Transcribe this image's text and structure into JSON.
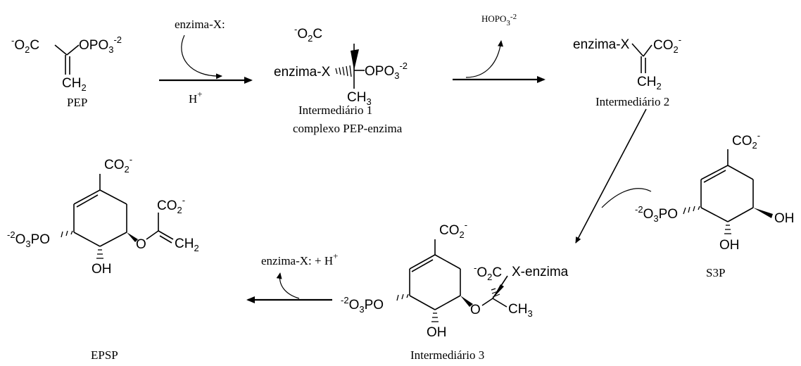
{
  "labels": {
    "pep": "PEP",
    "enzyme_x": "enzima-X:",
    "h_plus": "H",
    "plus_sup": "+",
    "enzima_x_bond": "enzima-X",
    "int1_title": "Intermediário 1",
    "int1_subtitle": "complexo PEP-enzima",
    "hopo3": "HOPO",
    "int2": "Intermediário 2",
    "s3p": "S3P",
    "int3": "Intermediário 3",
    "x_enzima": "X-enzima",
    "enzyme_release": "enzima-X: + H",
    "epsp": "EPSP"
  },
  "groups": {
    "o2c": "O",
    "co2": "CO",
    "opo3": "OPO",
    "o3po": "O",
    "oh": "OH",
    "o": "O",
    "ch2": "CH",
    "ch3": "CH",
    "minus": "-",
    "charge2": "-2",
    "two": "2",
    "three": "3",
    "c": "C",
    "po": "PO",
    "x": "X"
  }
}
